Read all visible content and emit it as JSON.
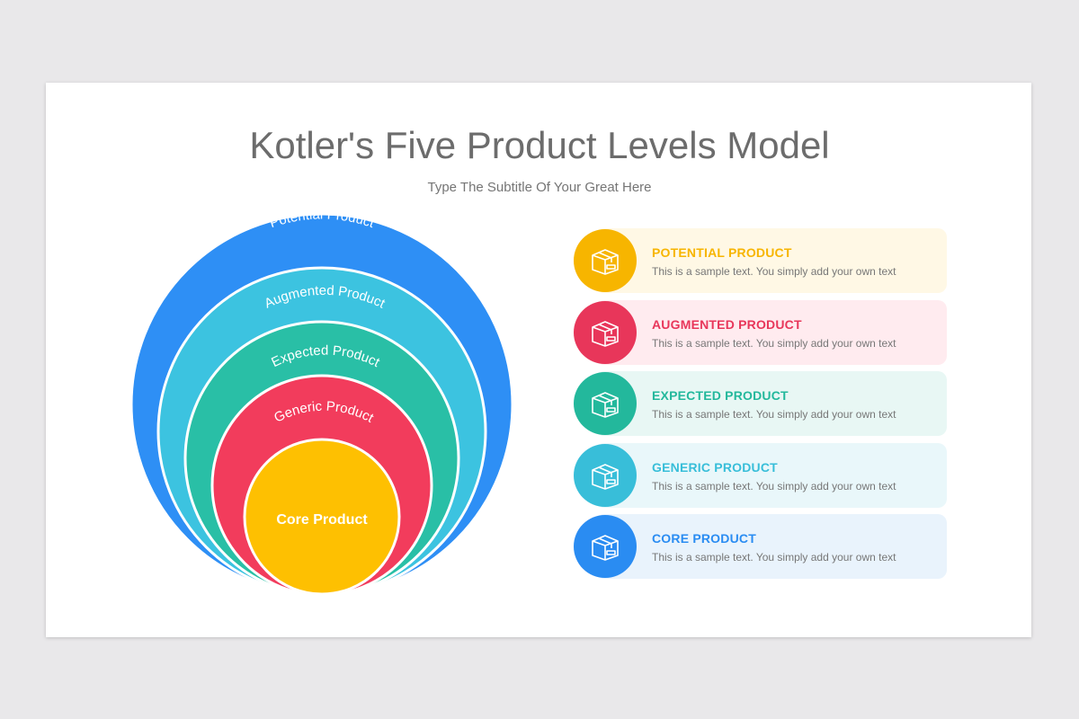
{
  "title": "Kotler's Five Product Levels Model",
  "subtitle": "Type The Subtitle Of Your Great Here",
  "rings": [
    {
      "label": "Potential Product",
      "color": "#2e8ff5"
    },
    {
      "label": "Augmented Product",
      "color": "#3cc3e0"
    },
    {
      "label": "Expected Product",
      "color": "#29bfa6"
    },
    {
      "label": "Generic Product",
      "color": "#f23c5c"
    },
    {
      "label": "Core Product",
      "color": "#fec001"
    }
  ],
  "items": [
    {
      "heading": "POTENTIAL PRODUCT",
      "text": "This is a sample text. You simply add your own text",
      "color": "#f7b500",
      "bg": "#fff8e5",
      "icon": "box-icon"
    },
    {
      "heading": "AUGMENTED PRODUCT",
      "text": "This is a sample text. You simply add your own text",
      "color": "#e8365a",
      "bg": "#ffebef",
      "icon": "box-icon"
    },
    {
      "heading": "EXPECTED PRODUCT",
      "text": "This is a sample text. You simply add your own text",
      "color": "#23b89c",
      "bg": "#e8f7f4",
      "icon": "box-icon"
    },
    {
      "heading": "GENERIC PRODUCT",
      "text": "This is a sample text. You simply add your own text",
      "color": "#38bed9",
      "bg": "#e9f7fa",
      "icon": "box-icon"
    },
    {
      "heading": "CORE PRODUCT",
      "text": "This is a sample text. You simply add your own text",
      "color": "#2a8cf2",
      "bg": "#e9f3fc",
      "icon": "box-icon"
    }
  ]
}
